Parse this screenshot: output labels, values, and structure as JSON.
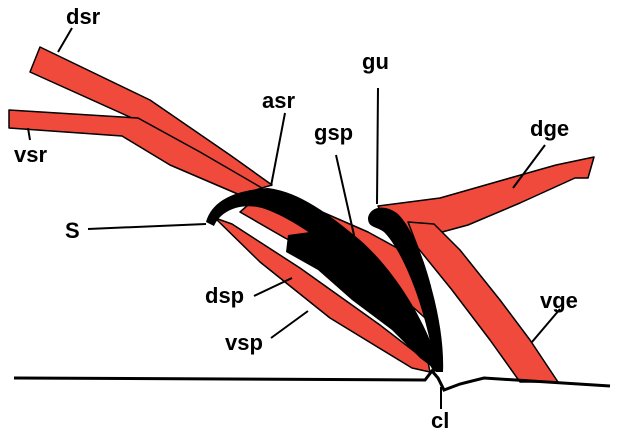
{
  "colors": {
    "muscle": "#ef4a3c",
    "sclerite": "#000000",
    "outline": "#000000",
    "background": "#ffffff"
  },
  "labels": {
    "dsr": "dsr",
    "vsr": "vsr",
    "asr": "asr",
    "gu": "gu",
    "gsp": "gsp",
    "dge": "dge",
    "s": "S",
    "dsp": "dsp",
    "vsp": "vsp",
    "vge": "vge",
    "cl": "cl"
  }
}
